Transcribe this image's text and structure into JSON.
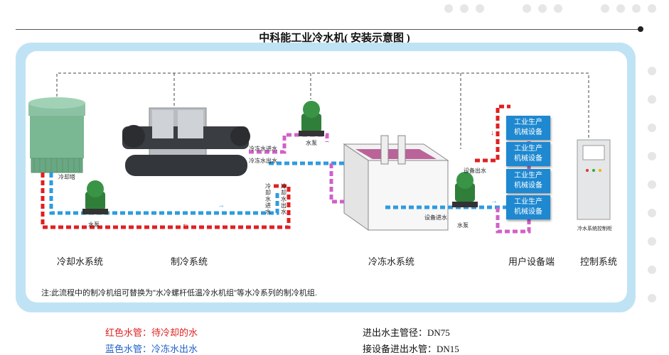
{
  "title": "中科能工业冷水机( 安装示意图 )",
  "sections": {
    "cooling_water": "冷却水系统",
    "refrigeration": "制冷系统",
    "chilled_water": "冷冻水系统",
    "user_equipment": "用户设备端",
    "control": "控制系统"
  },
  "small_labels": {
    "cooling_tower": "冷却塔",
    "pump_left": "水泵",
    "pump_top": "水泵",
    "pump_right": "水泵",
    "chilled_in": "冷冻水进水",
    "chilled_out": "冷冻水出水",
    "cooling_in_vertical": "冷却水进水",
    "cooling_out_vertical": "冷却水出水",
    "equip_outlet": "设备出水",
    "equip_inlet": "设备进水",
    "control_cabinet": "冷水系统控制柜"
  },
  "equipment_boxes": [
    "工业生产\n机械设备",
    "工业生产\n机械设备",
    "工业生产\n机械设备",
    "工业生产\n机械设备"
  ],
  "note": "注:此流程中的制冷机组可替换为\"水冷螺杆低温冷水机组\"等水冷系列的制冷机组.",
  "legend": {
    "red": "红色水管：待冷却的水",
    "blue": "蓝色水管：冷冻水出水",
    "main_pipe": "进出水主管径：DN75",
    "equip_pipe": "接设备进出水管：DN15"
  },
  "colors": {
    "red_pipe": "#e02020",
    "blue_pipe": "#2e9be0",
    "purple_pipe": "#d060c8",
    "panel_border": "#bfe3f4",
    "equipment_box": "#1e88d0"
  }
}
